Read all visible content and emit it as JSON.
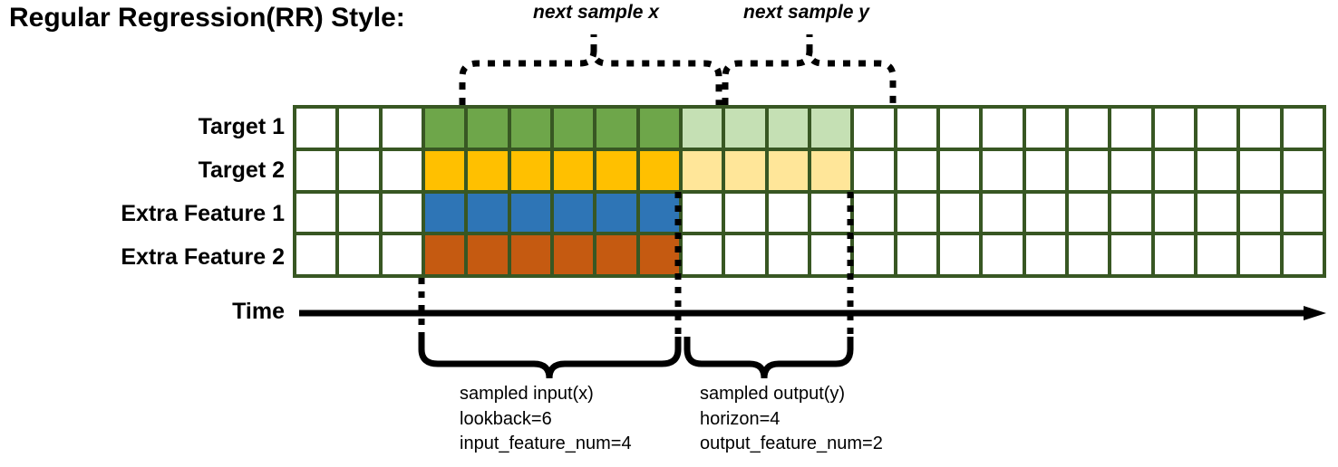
{
  "title": "Regular Regression(RR) Style:",
  "row_labels": [
    "Target 1",
    "Target 2",
    "Extra Feature 1",
    "Extra Feature 2"
  ],
  "time_axis_label": "Time",
  "top_annotations": {
    "x_brace_label": "next sample x",
    "y_brace_label": "next sample y"
  },
  "bottom_annotations": {
    "input": {
      "line1": "sampled input(x)",
      "line2": "lookback=6",
      "line3": "input_feature_num=4"
    },
    "output": {
      "line1": "sampled output(y)",
      "line2": "horizon=4",
      "line3": "output_feature_num=2"
    }
  },
  "colors": {
    "grid_border": "#385723",
    "target1_strong": "#6EA64A",
    "target1_light": "#C5E0B4",
    "target2_strong": "#FFC000",
    "target2_light": "#FFE699",
    "extra_feature1": "#2E75B6",
    "extra_feature2": "#C55A11",
    "empty_cell": "#FFFFFF",
    "axis": "#000000"
  },
  "chart_data": {
    "type": "heatmap",
    "title": "Regular Regression(RR) Style:",
    "columns": 24,
    "rows": 4,
    "row_names": [
      "Target 1",
      "Target 2",
      "Extra Feature 1",
      "Extra Feature 2"
    ],
    "lookback": 6,
    "horizon": 4,
    "input_feature_num": 4,
    "output_feature_num": 2,
    "input_window_start_col": 4,
    "input_window_end_col": 9,
    "output_window_start_col": 10,
    "output_window_end_col": 13,
    "cell_states": [
      [
        "empty",
        "empty",
        "empty",
        "input",
        "input",
        "input",
        "input",
        "input",
        "input",
        "output",
        "output",
        "output",
        "output",
        "empty",
        "empty",
        "empty",
        "empty",
        "empty",
        "empty",
        "empty",
        "empty",
        "empty",
        "empty",
        "empty"
      ],
      [
        "empty",
        "empty",
        "empty",
        "input",
        "input",
        "input",
        "input",
        "input",
        "input",
        "output",
        "output",
        "output",
        "output",
        "empty",
        "empty",
        "empty",
        "empty",
        "empty",
        "empty",
        "empty",
        "empty",
        "empty",
        "empty",
        "empty"
      ],
      [
        "empty",
        "empty",
        "empty",
        "input",
        "input",
        "input",
        "input",
        "input",
        "input",
        "empty",
        "empty",
        "empty",
        "empty",
        "empty",
        "empty",
        "empty",
        "empty",
        "empty",
        "empty",
        "empty",
        "empty",
        "empty",
        "empty",
        "empty"
      ],
      [
        "empty",
        "empty",
        "empty",
        "input",
        "input",
        "input",
        "input",
        "input",
        "input",
        "empty",
        "empty",
        "empty",
        "empty",
        "empty",
        "empty",
        "empty",
        "empty",
        "empty",
        "empty",
        "empty",
        "empty",
        "empty",
        "empty",
        "empty"
      ]
    ],
    "xlabel": "Time",
    "ylabel": "",
    "legend": []
  }
}
